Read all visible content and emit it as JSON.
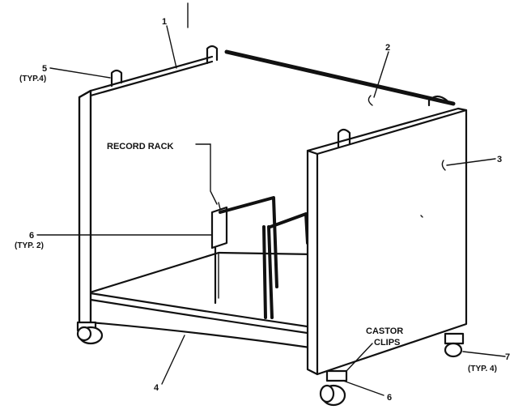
{
  "labels": {
    "part1": "1",
    "part2": "2",
    "part3": "3",
    "part4": "4",
    "part5": "5",
    "part5_typ": "(TYP.4)",
    "part6_left": "6",
    "part6_left_typ": "(TYP. 2)",
    "part6_bottom": "6",
    "part7": "7",
    "part7_typ": "(TYP. 4)",
    "record_rack": "RECORD RACK",
    "castor_clips_line1": "CASTOR",
    "castor_clips_line2": "CLIPS"
  },
  "colors": {
    "ink": "#111111",
    "paper": "#ffffff"
  }
}
